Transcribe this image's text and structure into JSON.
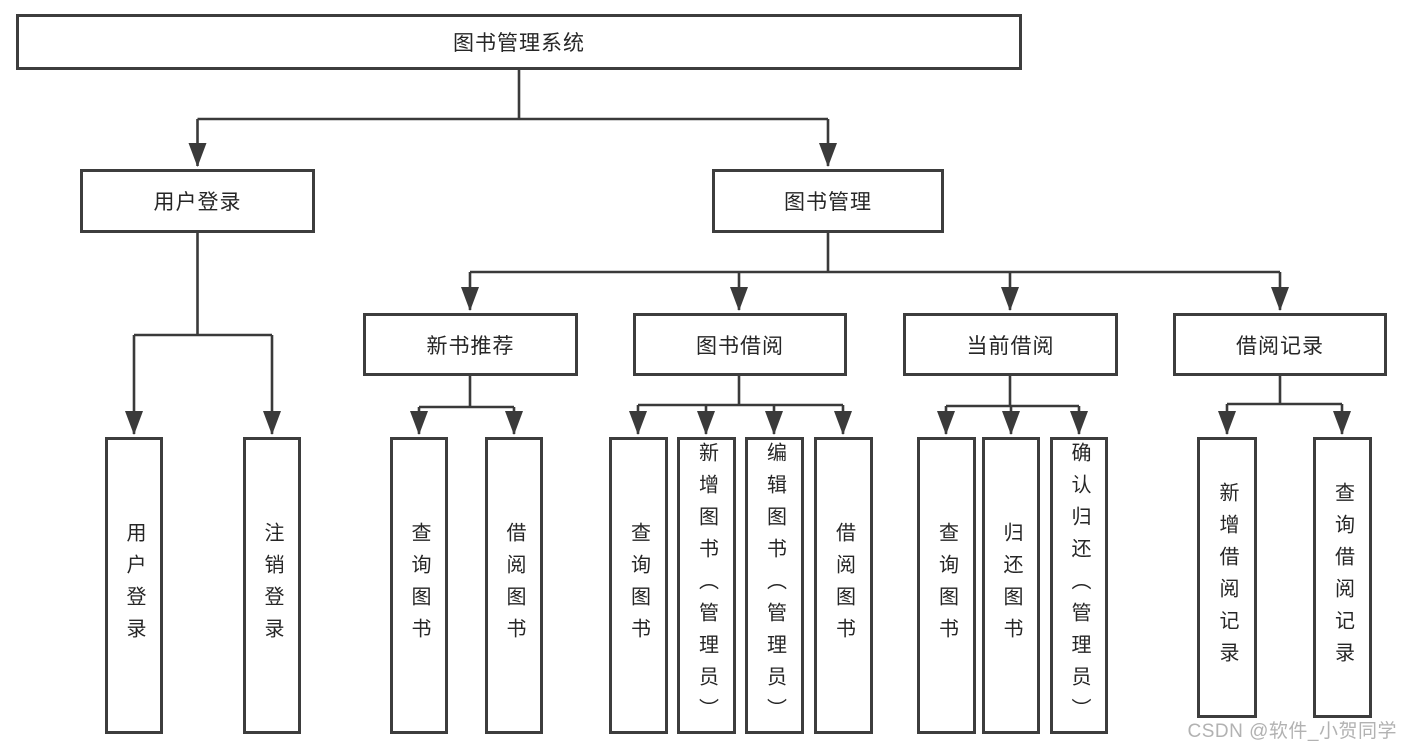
{
  "diagram": {
    "root": "图书管理系统",
    "level2": [
      "用户登录",
      "图书管理"
    ],
    "level3": [
      "新书推荐",
      "图书借阅",
      "当前借阅",
      "借阅记录"
    ],
    "leaves": {
      "user_login": [
        "用户登录",
        "注销登录"
      ],
      "new_book_recommendation": [
        "查询图书",
        "借阅图书"
      ],
      "book_borrowing": [
        "查询图书",
        "新增图书（管理员）",
        "编辑图书（管理员）",
        "借阅图书"
      ],
      "current_borrowing": [
        "查询图书",
        "归还图书",
        "确认归还（管理员）"
      ],
      "borrowing_records": [
        "新增借阅记录",
        "查询借阅记录"
      ]
    },
    "colors": {
      "line": "#3a3a3a",
      "box_border": "#3d3d3d",
      "text": "#262626",
      "watermark": "#b2b2b2",
      "background": "#ffffff"
    }
  },
  "watermark": "CSDN @软件_小贺同学"
}
